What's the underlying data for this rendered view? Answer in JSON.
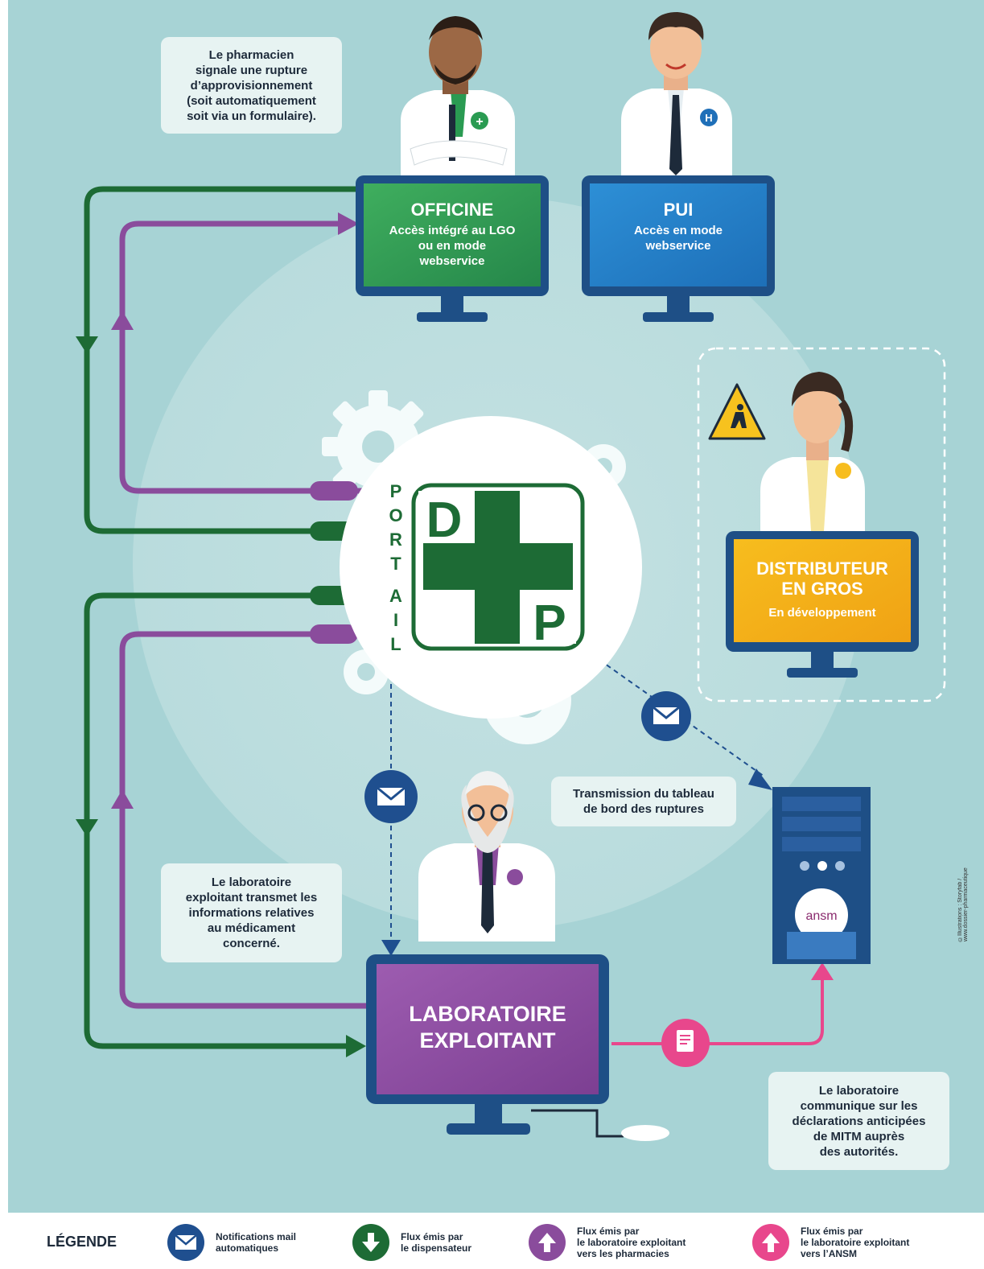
{
  "notes": {
    "pharmacist": [
      "Le pharmacien",
      "signale une rupture",
      "d’approvisionnement",
      "(soit automatiquement",
      "soit via un formulaire)."
    ],
    "transmission": [
      "Transmission du tableau",
      "de bord des ruptures"
    ],
    "lab_info": [
      "Le laboratoire",
      "exploitant transmet les",
      "informations relatives",
      "au médicament",
      "concerné."
    ],
    "lab_comm": [
      "Le laboratoire",
      "communique sur les",
      "déclarations anticipées",
      "de MITM auprès",
      "des autorités."
    ]
  },
  "screens": {
    "officine": {
      "title": "OFFICINE",
      "sub": [
        "Accès intégré au LGO",
        "ou en mode",
        "webservice"
      ]
    },
    "pui": {
      "title": "PUI",
      "sub": [
        "Accès en mode",
        "webservice"
      ]
    },
    "distributeur": {
      "title": [
        "DISTRIBUTEUR",
        "EN GROS"
      ],
      "sub": [
        "En développement"
      ]
    },
    "laboratoire": {
      "title": [
        "LABORATOIRE",
        "EXPLOITANT"
      ]
    }
  },
  "portal": {
    "vertical_label": [
      "P",
      "O",
      "R",
      "T",
      "A",
      "I",
      "L"
    ],
    "logo_top": "D",
    "logo_bottom": "P"
  },
  "badges": {
    "officine_badge": "+",
    "pui_badge": "H",
    "ansm_label": "ansm"
  },
  "legend": {
    "title": "LÉGENDE",
    "items": [
      {
        "icon": "mail-icon",
        "color": "#1f4f8f",
        "lines": [
          "Notifications mail",
          "automatiques"
        ]
      },
      {
        "icon": "arrow-down-icon",
        "color": "#1d6b35",
        "lines": [
          "Flux émis par",
          "le dispensateur"
        ]
      },
      {
        "icon": "arrow-up-icon",
        "color": "#8a4c9c",
        "lines": [
          "Flux émis par",
          "le laboratoire exploitant",
          "vers les pharmacies"
        ]
      },
      {
        "icon": "arrow-up-icon",
        "color": "#e8478c",
        "lines": [
          "Flux émis par",
          "le laboratoire exploitant",
          "vers l’ANSM"
        ]
      }
    ]
  },
  "credit": "©Illustrations : Storyfab / www.dossier-pharmaceutique"
}
